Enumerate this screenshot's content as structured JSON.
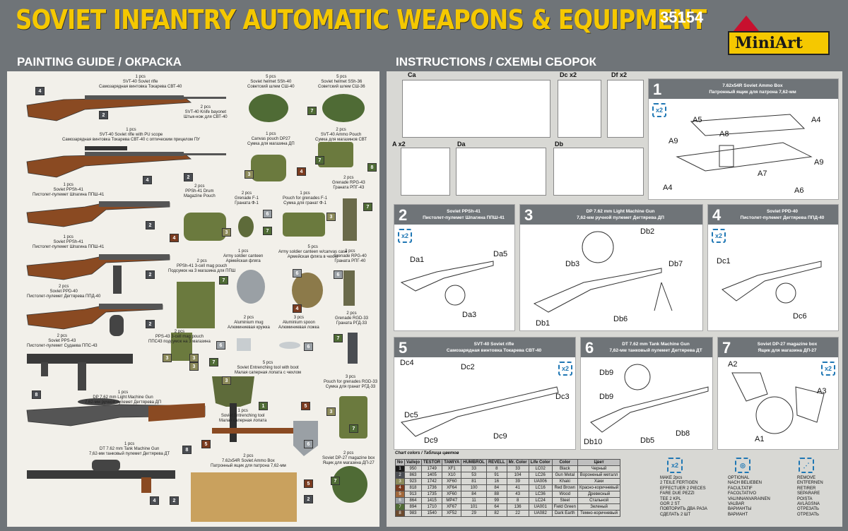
{
  "header": {
    "title": "SOVIET INFANTRY AUTOMATIC WEAPONS & EQUIPMENT",
    "kit_number": "35154",
    "brand": "MiniArt"
  },
  "painting_guide": {
    "heading": "PAINTING GUIDE / ОКРАСКА",
    "items": [
      {
        "qty": "1 pcs",
        "name": "SVT-40 Soviet  rifle",
        "name_ru": "Самозарядная винтовка Токарева СВТ-40"
      },
      {
        "qty": "1 pcs",
        "name": "SVT-40 Soviet rifle with PU scope",
        "name_ru": "Самозарядная винтовка Токарева СВТ-40 с оптическим прицелом ПУ"
      },
      {
        "qty": "1 pcs",
        "name": "Soviet PPSh-41",
        "name_ru": "Пистолет-пулемет Шпагина ППШ-41"
      },
      {
        "qty": "1 pcs",
        "name": "Soviet PPSh-41",
        "name_ru": "Пистолет-пулемет Шпагина ППШ-41"
      },
      {
        "qty": "2 pcs",
        "name": "Soviet PPD-40",
        "name_ru": "Пистолет-пулемет Дегтярева ППД-40"
      },
      {
        "qty": "2 pcs",
        "name": "Soviet PPS-43",
        "name_ru": "Пистолет-пулемет Судаева ППС-43"
      },
      {
        "qty": "1 pcs",
        "name": "DP 7.62 mm Light Machine Gun",
        "name_ru": "7,62-мм ручной пулемет Дегтярева ДП"
      },
      {
        "qty": "1 pcs",
        "name": "DT 7.62 mm Tank Machine Gun",
        "name_ru": "7,62-мм танковый пулемет Дегтярева ДТ"
      },
      {
        "qty": "5 pcs",
        "name": "Soviet helmet SSh-40",
        "name_ru": "Советский шлем СШ-40"
      },
      {
        "qty": "5 pcs",
        "name": "Soviet helmet SSh-36",
        "name_ru": "Советский шлем СШ-36"
      },
      {
        "qty": "2 pcs",
        "name": "SVT-40 Knife bayonet",
        "name_ru": "Штык-нож для СВТ-40"
      },
      {
        "qty": "1 pcs",
        "name": "Canvas pouch DP27",
        "name_ru": "Сумка для магазина ДП"
      },
      {
        "qty": "2 pcs",
        "name": "SVT-40 Ammo Pouch",
        "name_ru": "Сумка для магазинов СВТ"
      },
      {
        "qty": "2 pcs",
        "name": "PPSh-41 Drum",
        "name_ru": "Magazine Pouch"
      },
      {
        "qty": "2 pcs",
        "name": "Grenade F-1",
        "name_ru": "Граната Ф-1"
      },
      {
        "qty": "1 pcs",
        "name": "Pouch for grenades F-1",
        "name_ru": "Сумка для гранат Ф-1"
      },
      {
        "qty": "2 pcs",
        "name": "Grenade RPG-43",
        "name_ru": "Граната РПГ-43"
      },
      {
        "qty": "1 pcs",
        "name": "Army soldier canteen",
        "name_ru": "Армейская фляга"
      },
      {
        "qty": "5 pcs",
        "name": "Army soldier canteen w/canvas case",
        "name_ru": "Армейская фляга в чехле"
      },
      {
        "qty": "2 pcs",
        "name": "Grenade RPG-40",
        "name_ru": "Граната РПГ-40"
      },
      {
        "qty": "2 pcs",
        "name": "PPSh-41 3-cell mag pouch",
        "name_ru": "Подсумок на 3 магазина для ППШ"
      },
      {
        "qty": "2 pcs",
        "name": "Aluminium mug",
        "name_ru": "Алюминиевая кружка"
      },
      {
        "qty": "3 pcs",
        "name": "Aluminium spoon",
        "name_ru": "Алюминиевая ложка"
      },
      {
        "qty": "2 pcs",
        "name": "Grenade RGD-33",
        "name_ru": "Граната РГД-33"
      },
      {
        "qty": "2 pcs",
        "name": "PPS-43 3-cell mag pouch",
        "name_ru": "ППС43 подсумок на 3 магазина"
      },
      {
        "qty": "5 pcs",
        "name": "Soviet Entrenching tool with boot",
        "name_ru": "Малая саперная лопата с чехлом"
      },
      {
        "qty": "3 pcs",
        "name": "Pouch for grenades RGD-33",
        "name_ru": "Сумка для гранат РГД-33"
      },
      {
        "qty": "1 pcs",
        "name": "Soviet Entrenching tool",
        "name_ru": "Малая саперная лопата"
      },
      {
        "qty": "2 pcs",
        "name": "7.62x54R Soviet Ammo Box",
        "name_ru": "Патронный ящик для патрона 7,62-мм"
      },
      {
        "qty": "2 pcs",
        "name": "Soviet DP-27 magazine box",
        "name_ru": "Ящик для магазина ДП-27"
      }
    ]
  },
  "instructions": {
    "heading": "INSTRUCTIONS / СХЕМЫ СБОРОК",
    "sprues": [
      "Ca",
      "Dc x2",
      "Df x2",
      "A x2",
      "Da",
      "Db"
    ],
    "steps": [
      {
        "num": "1",
        "t1": "7.62x54R Soviet Ammo Box",
        "t2": "Патронный ящик для патрона 7,62-мм",
        "parts": [
          "A5",
          "A4",
          "A8",
          "A9",
          "A7",
          "A9",
          "A4",
          "A6"
        ]
      },
      {
        "num": "2",
        "t1": "Soviet PPSh-41",
        "t2": "Пистолет-пулемет Шпагина ППШ-41",
        "parts": [
          "Da1",
          "Da5",
          "Da3"
        ]
      },
      {
        "num": "3",
        "t1": "DP 7.62 mm Light Machine Gun",
        "t2": "7,62-мм ручной пулемет Дегтярева ДП",
        "parts": [
          "Db2",
          "Db3",
          "Db7",
          "Db1",
          "Db6"
        ]
      },
      {
        "num": "4",
        "t1": "Soviet PPD-40",
        "t2": "Пистолет-пулемет Дегтярева ППД-40",
        "parts": [
          "Dc1",
          "Dc6"
        ]
      },
      {
        "num": "5",
        "t1": "SVT-40  Soviet  rifle",
        "t2": "Самозарядная винтовка Токарева СВТ-40",
        "parts": [
          "Dc4",
          "Dc2",
          "Dc3",
          "Dc5",
          "Dc9",
          "Dc9"
        ]
      },
      {
        "num": "6",
        "t1": "DT 7.62 mm Tank Machine Gun",
        "t2": "7,62-мм танковый пулемет Дегтярева ДТ",
        "parts": [
          "Db9",
          "Db9",
          "Db10",
          "Db5",
          "Db8"
        ]
      },
      {
        "num": "7",
        "t1": "Soviet DP-27 magazine box",
        "t2": "Ящик для магазина ДП-27",
        "parts": [
          "A2",
          "A3",
          "A1"
        ]
      }
    ],
    "x2_label": "x2"
  },
  "chart_colors": {
    "title": "Chart colors / Таблица цветов",
    "headers": [
      "No",
      "Vallejo",
      "TESTOR",
      "TAMIYA",
      "HUMBROL",
      "REVELL",
      "Mr. Color",
      "Life Color",
      "Color",
      "Цвет"
    ],
    "rows": [
      [
        "1",
        "950",
        "1749",
        "XF1",
        "33",
        "8",
        "33",
        "LC02",
        "Black",
        "Черный"
      ],
      [
        "2",
        "863",
        "1405",
        "X10",
        "53",
        "91",
        "104",
        "LC26",
        "Gun Metal",
        "Вороненый металл"
      ],
      [
        "3",
        "923",
        "1742",
        "XF60",
        "81",
        "16",
        "39",
        "UA006",
        "Khaki",
        "Хаки"
      ],
      [
        "4",
        "818",
        "1736",
        "XF64",
        "100",
        "84",
        "41",
        "LC16",
        "Red Brown",
        "Красно-коричневый"
      ],
      [
        "5",
        "913",
        "1735",
        "XF60",
        "84",
        "88",
        "43",
        "LC36",
        "Wood",
        "Древесный"
      ],
      [
        "6",
        "864",
        "1415",
        "MP47",
        "11",
        "99",
        "8",
        "LC24",
        "Steel",
        "Стальной"
      ],
      [
        "7",
        "894",
        "1710",
        "XF67",
        "101",
        "64",
        "136",
        "UA001",
        "Field Green",
        "Зеленый"
      ],
      [
        "8",
        "983",
        "1540",
        "XF52",
        "29",
        "82",
        "22",
        "UA082",
        "Dark Earth",
        "Темно-коричневый"
      ]
    ],
    "swatch_colors": [
      "#1a1a1a",
      "#4a4d52",
      "#8c8a5a",
      "#7a3b1f",
      "#a0673a",
      "#9aa0a5",
      "#4f6b35",
      "#6b4a2e"
    ]
  },
  "legend": {
    "col1": [
      "MAKE 2pcs",
      "2 TEILE FERTIGEN",
      "EFFECTUER 2 PIECES",
      "FARE DUE PEZZI",
      "TEE 2 KPL",
      "GOR 2 ST",
      "ПОВТОРИТЬ ДВА РАЗА",
      "СДЕЛАТЬ 2 ШТ"
    ],
    "col2": [
      "OPTIONAL",
      "NACH BELIEBEN",
      "FACULTATIF",
      "FACOLTATIVO",
      "VALINNANVARAINEN",
      "VALBAR",
      "ВАРИАНТЫ",
      "ВАРИАНТ"
    ],
    "col3": [
      "REMOVE",
      "ENTFERNEN",
      "RETIRER",
      "SEPARARE",
      "POISTA",
      "AVLÄGSNA",
      "ОТРЕЗАТЬ",
      "ОТРЕЗАТЬ"
    ]
  }
}
